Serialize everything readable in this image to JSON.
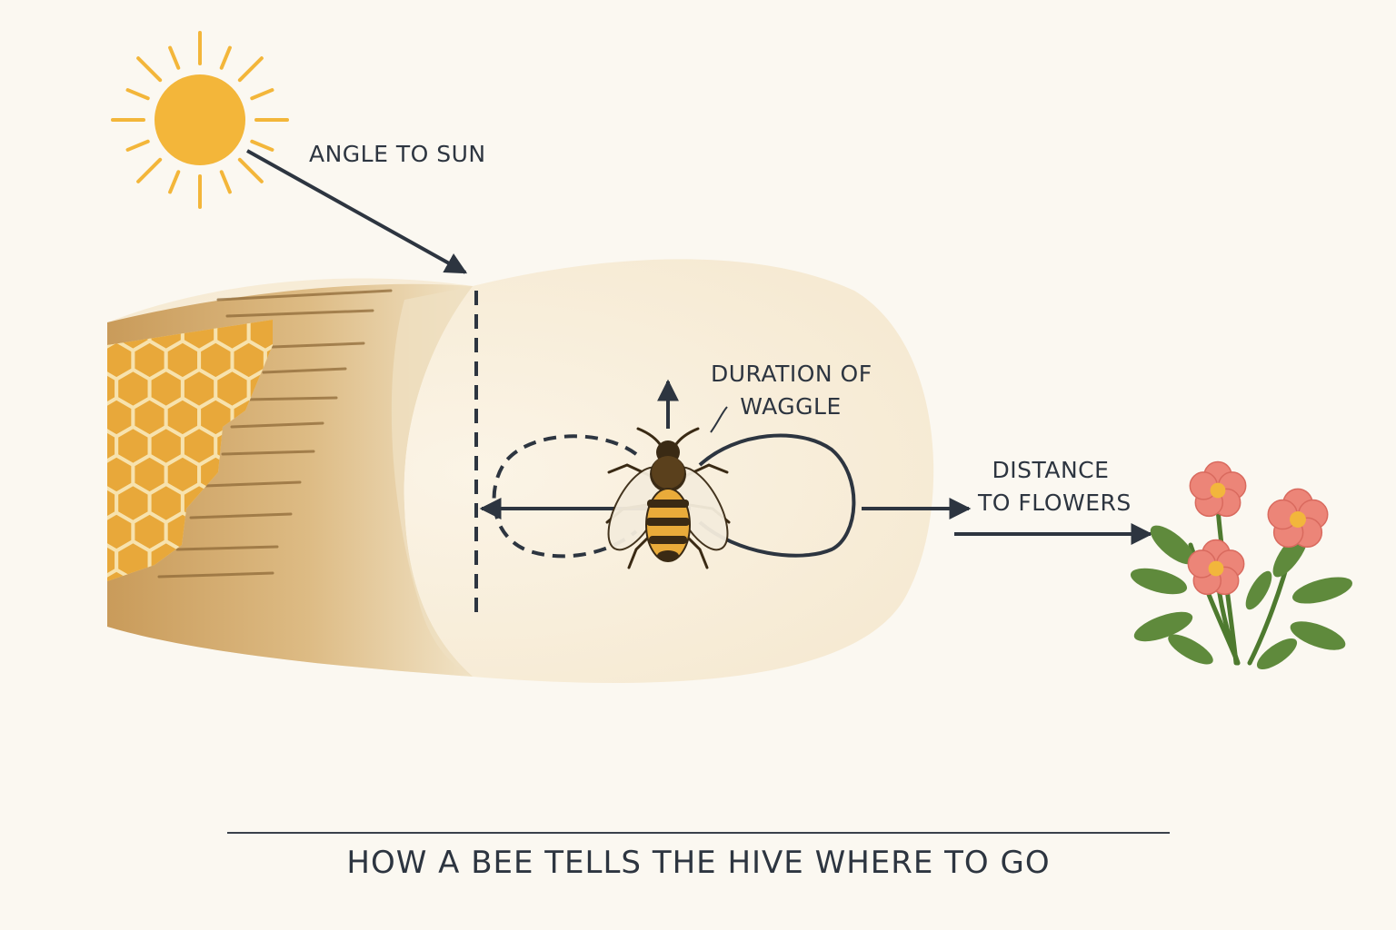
{
  "labels": {
    "angle_to_sun": "ANGLE TO SUN",
    "duration_of_waggle": [
      "DURATION OF",
      "WAGGLE"
    ],
    "distance_to_flowers": [
      "DISTANCE",
      "TO FLOWERS"
    ]
  },
  "footer": {
    "title": "HOW A BEE TELLS THE HIVE WHERE TO GO"
  },
  "icons": [
    "sun-icon",
    "honeycomb-icon",
    "bee-icon",
    "flowers-icon"
  ],
  "colors": {
    "background": "#fbf8f1",
    "ink": "#2d3540",
    "sun": "#f3b63a",
    "honey": "#e9ab3a",
    "flower_petal": "#ec8578",
    "leaf": "#5f8a3c"
  }
}
